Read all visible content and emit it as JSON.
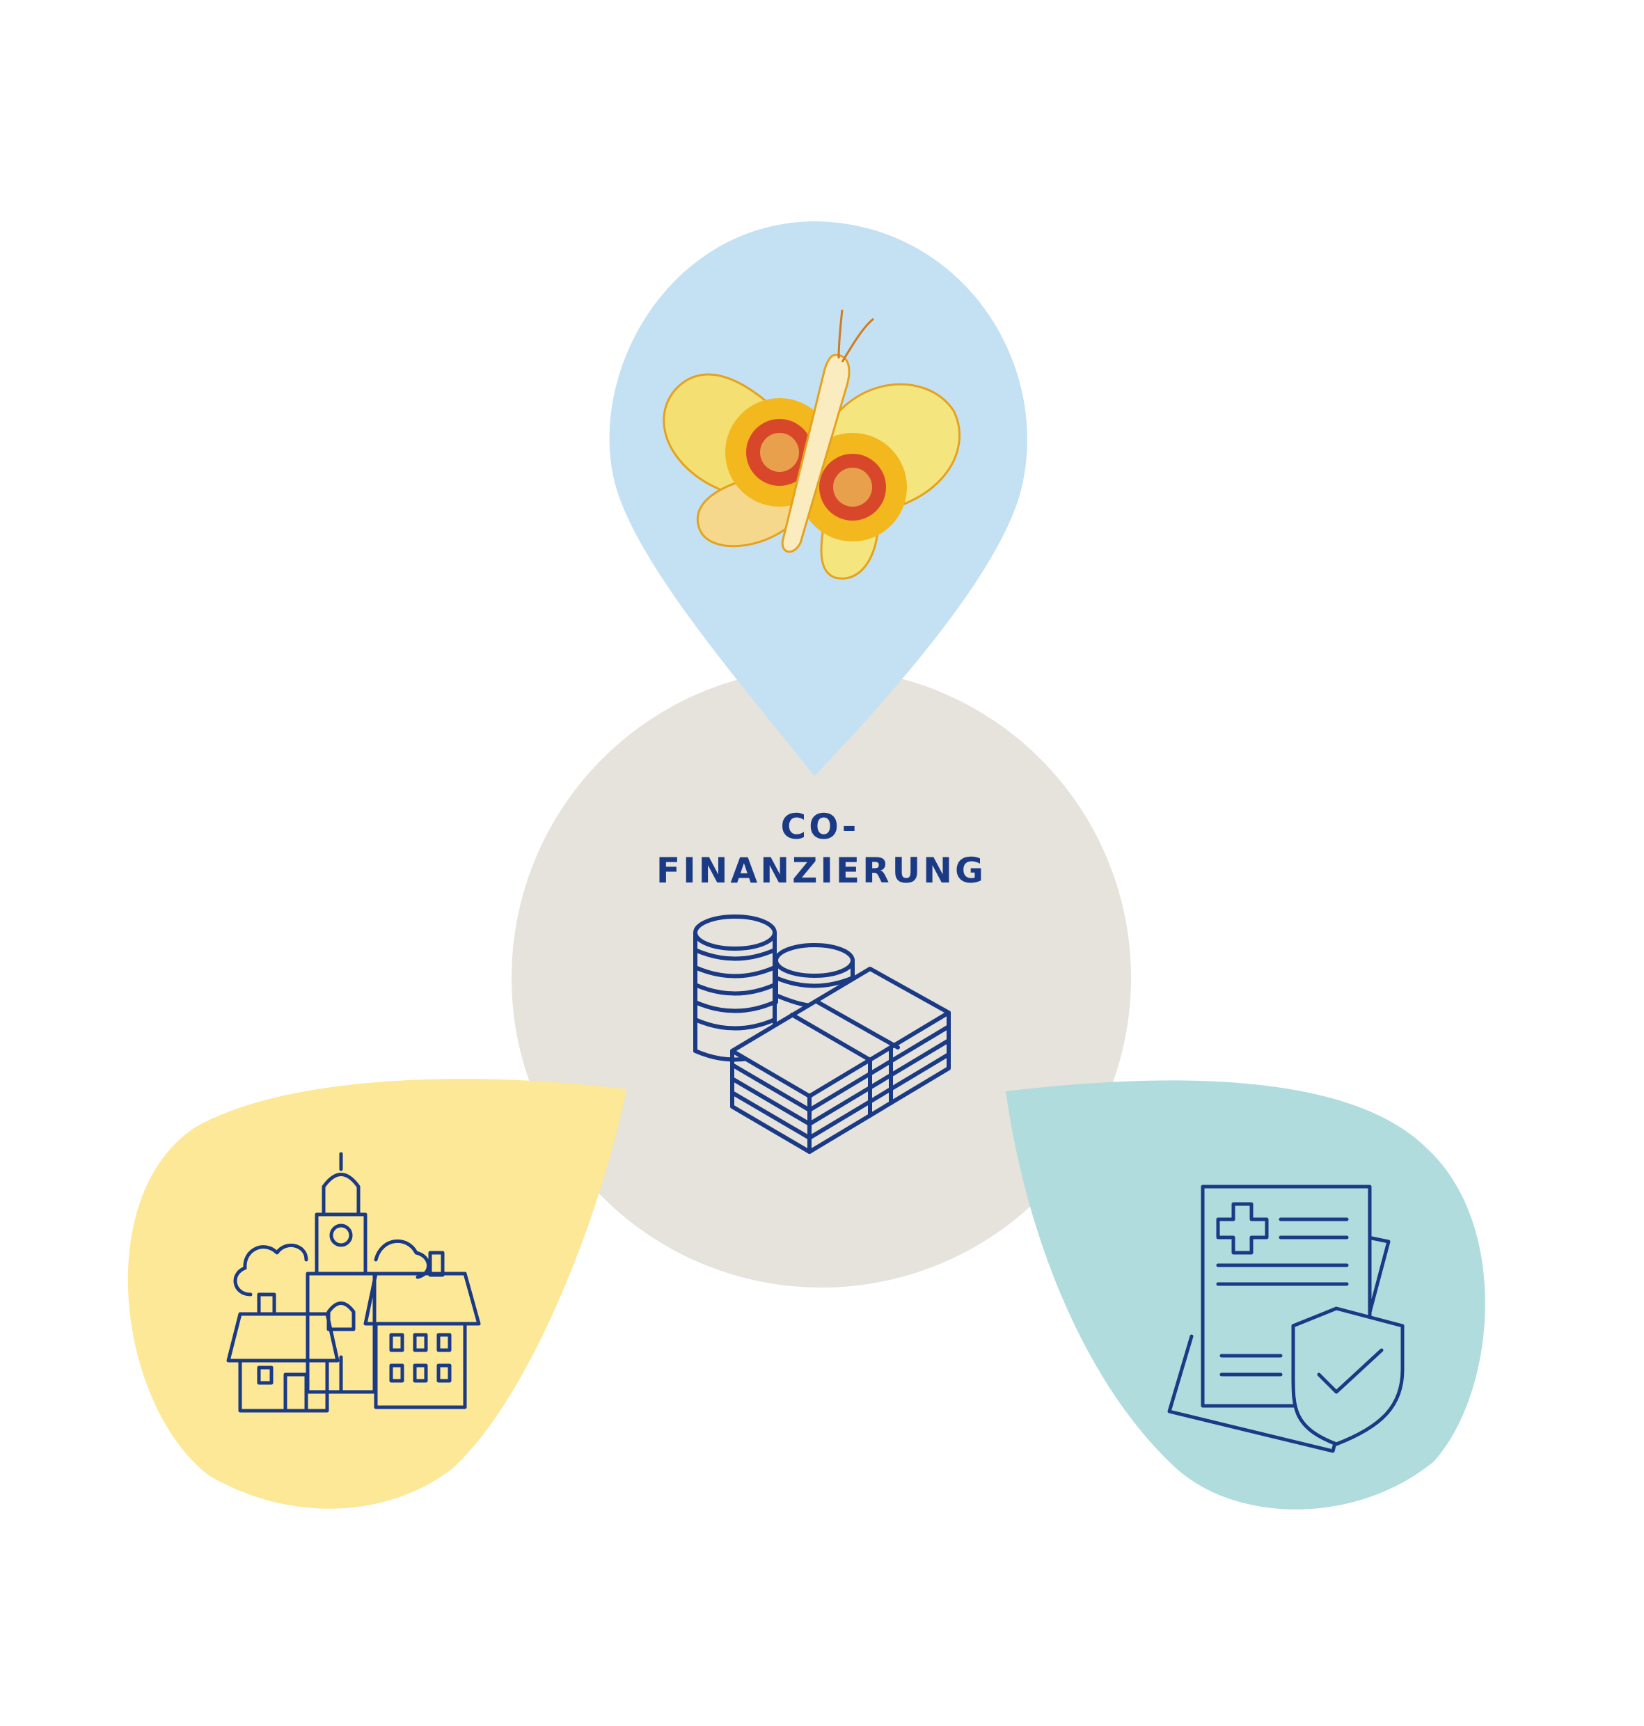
{
  "center": {
    "title_line1": "CO-",
    "title_line2": "FINANZIERUNG",
    "icon": "coins-and-banknotes-icon",
    "fill": "#e6e2dc"
  },
  "top_drop": {
    "icon": "butterfly-artwork",
    "fill": "#c4e0f3"
  },
  "left_drop": {
    "icon": "town-buildings-icon",
    "fill": "#fce896"
  },
  "right_drop": {
    "icon": "insurance-document-shield-icon",
    "fill": "#b0dcdd"
  },
  "colors": {
    "line": "#1a3a85",
    "text": "#1a3a85"
  }
}
